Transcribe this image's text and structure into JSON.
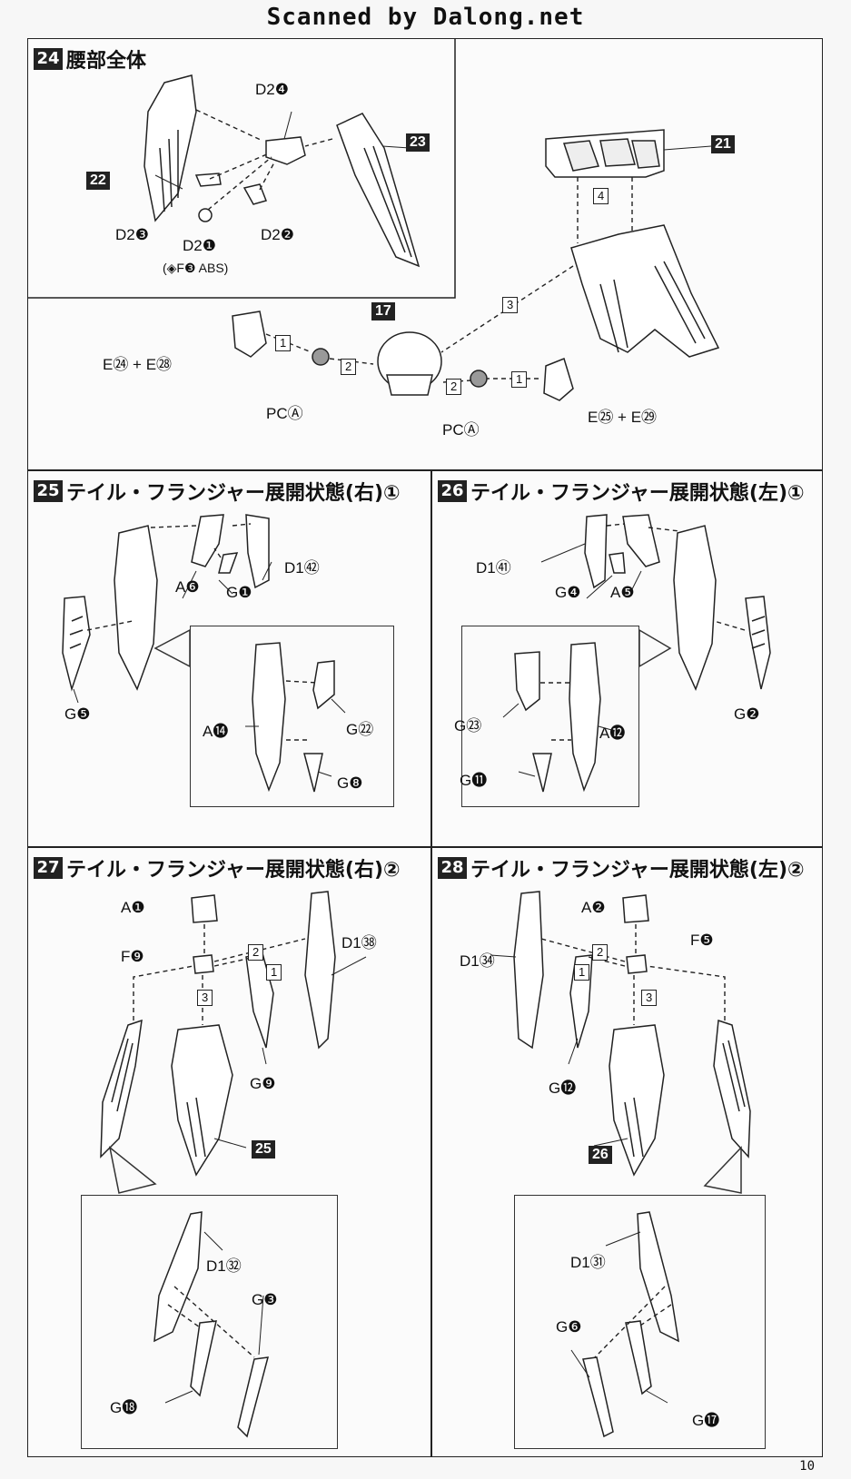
{
  "header": "Scanned by Dalong.net",
  "page_number": "10",
  "step24": {
    "number": "24",
    "title": "腰部全体",
    "labels": {
      "d2_4": "D2❹",
      "d2_3": "D2❸",
      "d2_1": "D2❶",
      "d2_2": "D2❷",
      "f3": "(◈F❸ ABS)",
      "e24_e28": "E㉔ + E㉘",
      "pca_left": "PCⒶ",
      "pca_right": "PCⒶ",
      "e25_e29": "E㉕ + E㉙"
    },
    "boxes": {
      "b22": "22",
      "b23": "23",
      "b21": "21",
      "b17": "17"
    },
    "steps": {
      "s4": "4",
      "s3": "3",
      "s1a": "1",
      "s2a": "2",
      "s2b": "2",
      "s1b": "1"
    }
  },
  "step25": {
    "number": "25",
    "title": "テイル・フランジャー展開状態(右)①",
    "labels": {
      "d1_42": "D1㊷",
      "a6": "A❻",
      "g1": "G❶",
      "g5": "G❺",
      "a14": "A⓮",
      "g22": "G㉒",
      "g8": "G❽"
    }
  },
  "step26": {
    "number": "26",
    "title": "テイル・フランジャー展開状態(左)①",
    "labels": {
      "d1_41": "D1㊶",
      "g4": "G❹",
      "a5": "A❺",
      "g2": "G❷",
      "g23": "G㉓",
      "a12": "A⓬",
      "g11": "G⓫"
    }
  },
  "step27": {
    "number": "27",
    "title": "テイル・フランジャー展開状態(右)②",
    "labels": {
      "a1": "A❶",
      "f9": "F❾",
      "d1_38": "D1㊳",
      "g9": "G❾",
      "d1_32": "D1㉜",
      "g3": "G❸",
      "g18": "G⓲"
    },
    "boxes": {
      "b25": "25"
    },
    "steps": {
      "s2": "2",
      "s1": "1",
      "s3": "3"
    }
  },
  "step28": {
    "number": "28",
    "title": "テイル・フランジャー展開状態(左)②",
    "labels": {
      "a2": "A❷",
      "f5": "F❺",
      "d1_34": "D1㉞",
      "g12": "G⓬",
      "d1_31": "D1㉛",
      "g6": "G❻",
      "g17": "G⓱"
    },
    "boxes": {
      "b26": "26"
    },
    "steps": {
      "s2": "2",
      "s1": "1",
      "s3": "3"
    }
  }
}
